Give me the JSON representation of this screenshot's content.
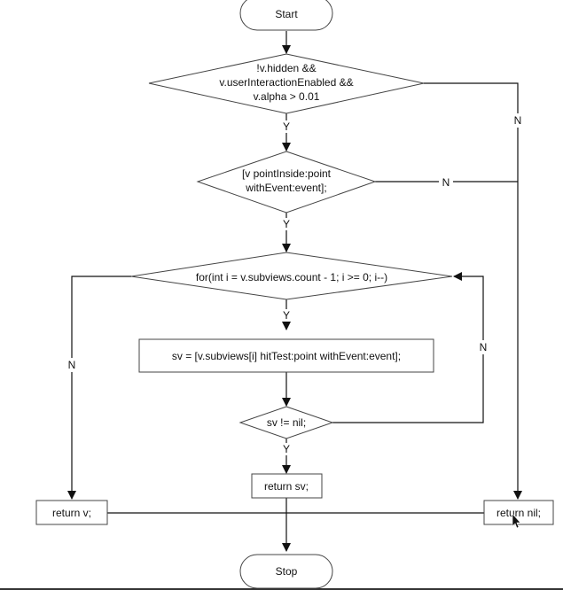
{
  "flowchart": {
    "nodes": {
      "start": "Start",
      "cond_visible": [
        "!v.hidden &&",
        "v.userInteractionEnabled &&",
        "v.alpha > 0.01"
      ],
      "cond_inside": [
        "[v pointInside:point",
        "withEvent:event];"
      ],
      "loop_for": "for(int i = v.subviews.count - 1; i >= 0; i--)",
      "hit_test": "sv = [v.subviews[i] hitTest:point withEvent:event];",
      "cond_nil": "sv != nil;",
      "return_sv": "return sv;",
      "return_v": "return v;",
      "return_nil": "return nil;",
      "stop": "Stop"
    },
    "edge_labels": {
      "yes": "Y",
      "no": "N"
    }
  }
}
